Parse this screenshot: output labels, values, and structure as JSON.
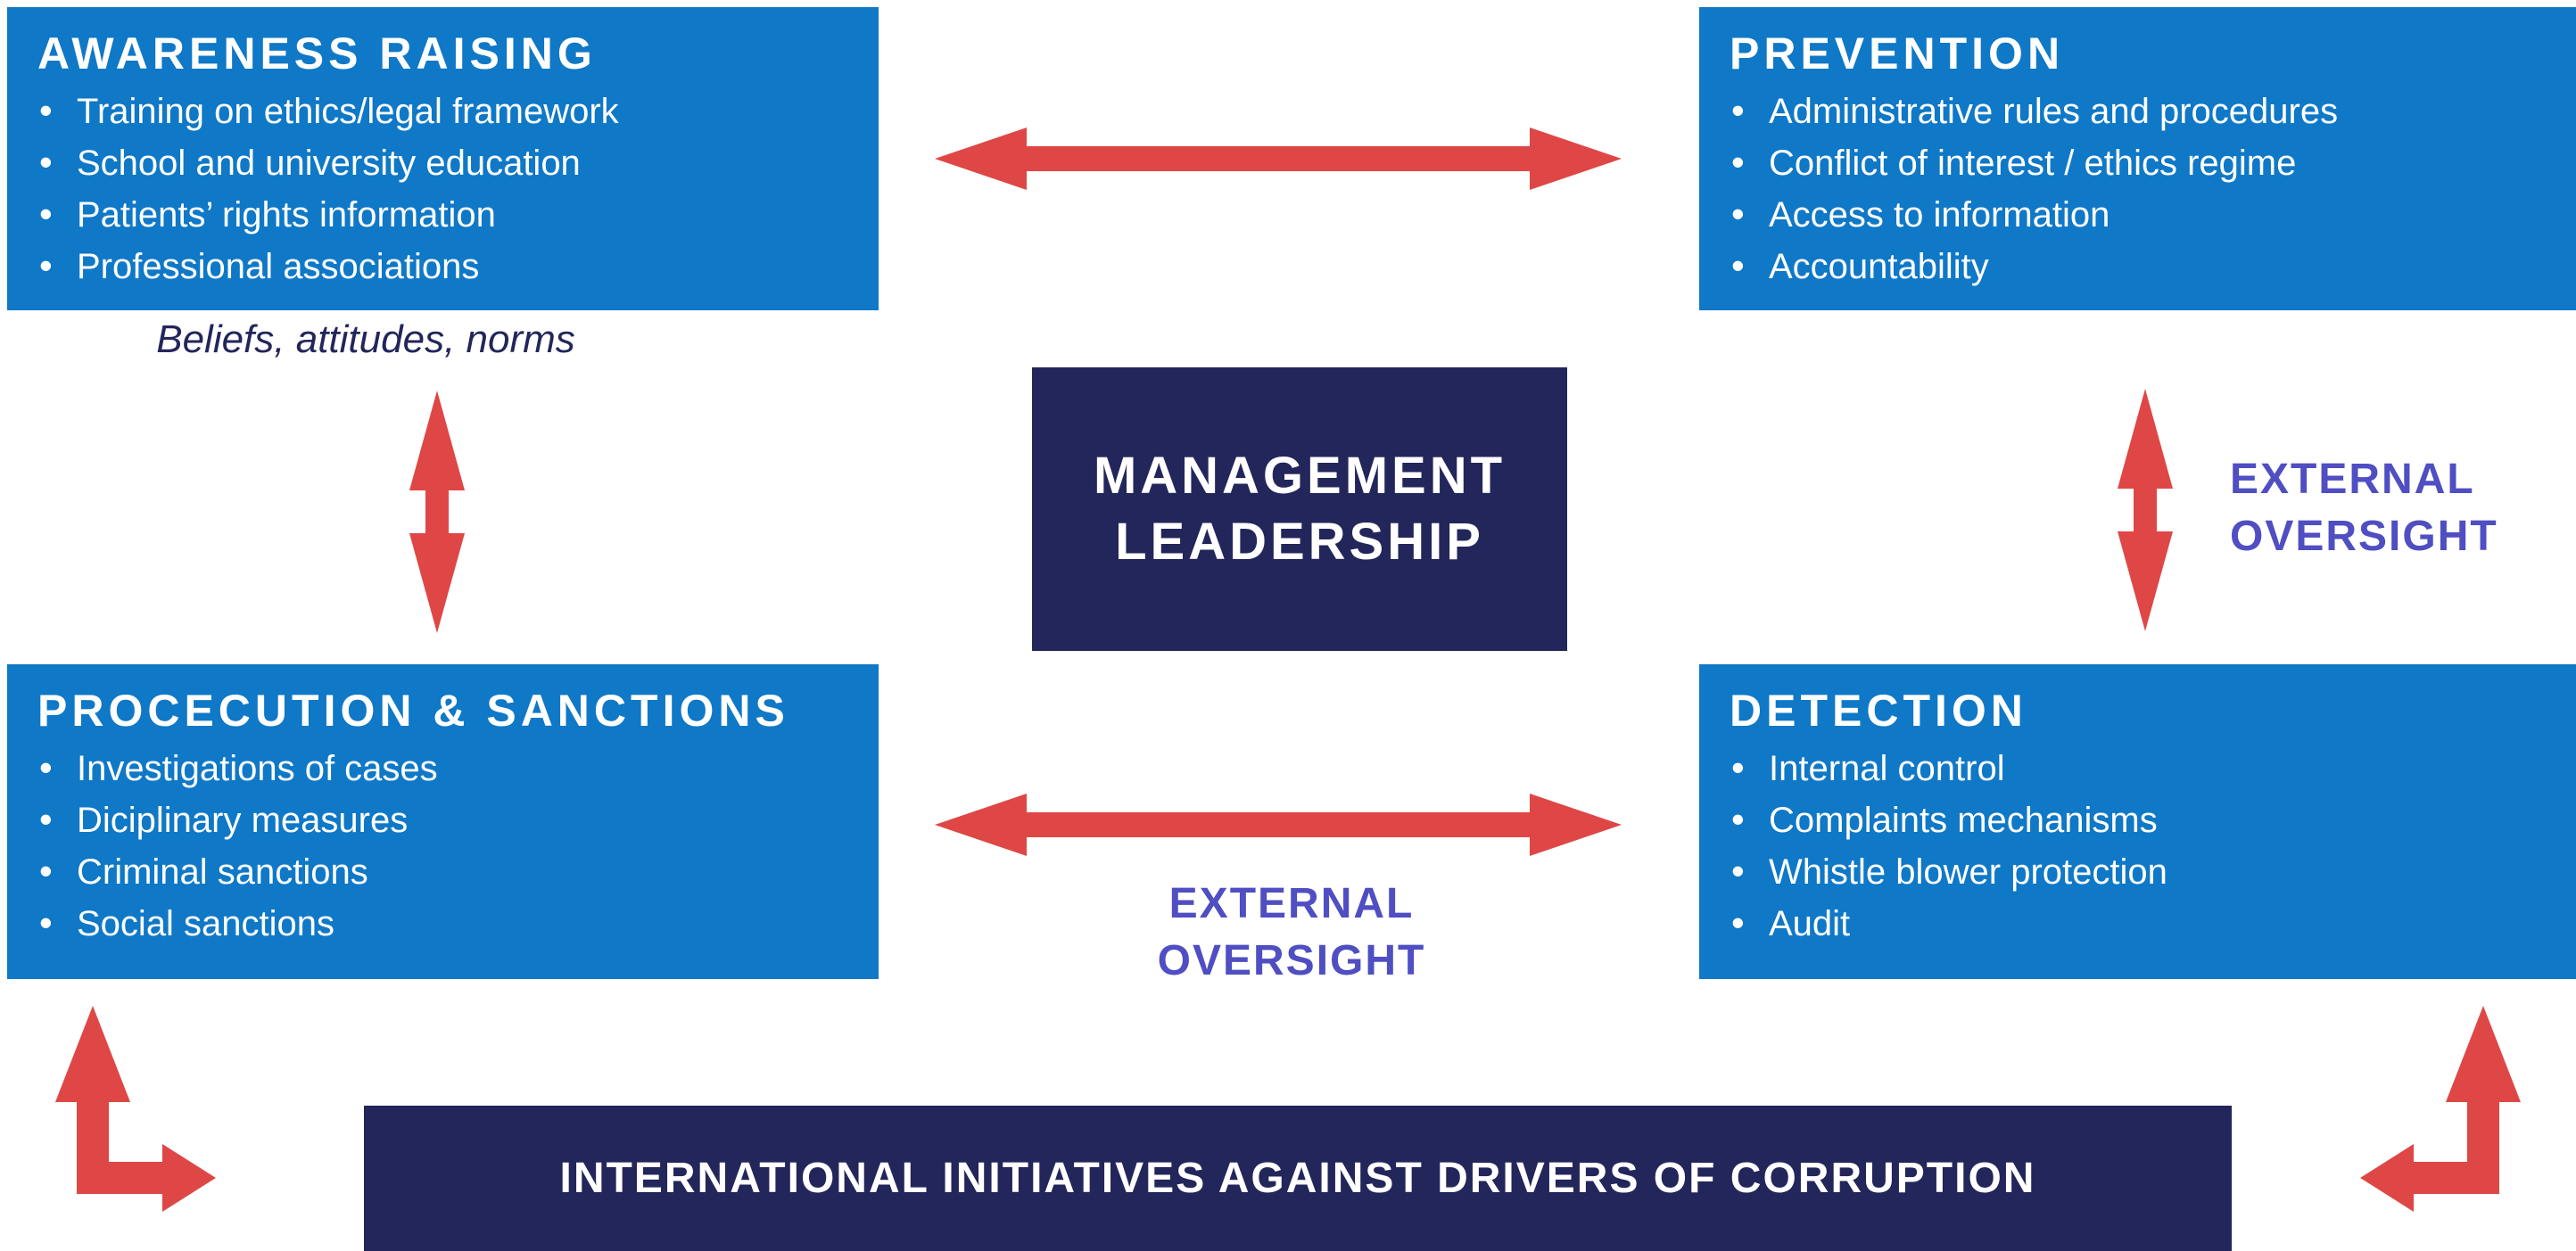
{
  "colors": {
    "page_white": "#ffffff",
    "box_blue": "#0f78c7",
    "navy": "#23265a",
    "arrow_red": "#de4745",
    "oversight_purple": "#4f4ec2",
    "text_white": "#ffffff"
  },
  "boxes": {
    "awareness": {
      "title": "AWARENESS RAISING",
      "items": [
        "Training on ethics/legal framework",
        "School and university education",
        "Patients’ rights information",
        "Professional associations"
      ]
    },
    "prevention": {
      "title": "PREVENTION",
      "items": [
        "Administrative rules and procedures",
        "Conflict of interest / ethics regime",
        "Access to information",
        "Accountability"
      ]
    },
    "procecution": {
      "title": "PROCECUTION & SANCTIONS",
      "items": [
        "Investigations of cases",
        "Diciplinary measures",
        "Criminal sanctions",
        "Social sanctions"
      ]
    },
    "detection": {
      "title": "DETECTION",
      "items": [
        "Internal control",
        "Complaints mechanisms",
        "Whistle blower protection",
        "Audit"
      ]
    }
  },
  "center_box": {
    "line1": "MANAGEMENT",
    "line2": "LEADERSHIP"
  },
  "labels": {
    "beliefs": "Beliefs, attitudes, norms",
    "external_oversight_right": {
      "line1": "EXTERNAL",
      "line2": "OVERSIGHT"
    },
    "external_oversight_bottom": {
      "line1": "EXTERNAL",
      "line2": "OVERSIGHT"
    }
  },
  "bottom_bar": {
    "text": "INTERNATIONAL INITIATIVES AGAINST DRIVERS OF CORRUPTION"
  }
}
